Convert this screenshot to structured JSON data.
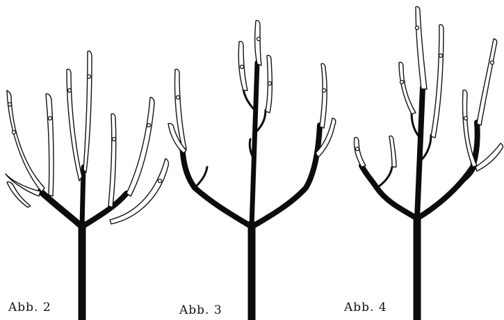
{
  "figures": [
    {
      "caption": "Abb. 2"
    },
    {
      "caption": "Abb. 3"
    },
    {
      "caption": "Abb. 4"
    }
  ]
}
